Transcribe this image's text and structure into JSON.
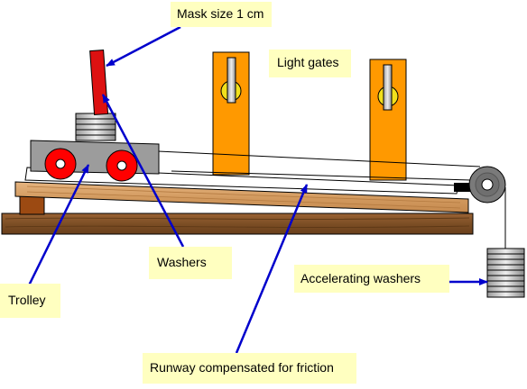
{
  "labels": {
    "mask_size": "Mask size 1 cm",
    "light_gates": "Light gates",
    "washers": "Washers",
    "trolley": "Trolley",
    "accelerating_washers": "Accelerating washers",
    "runway": "Runway compensated for friction"
  },
  "colors": {
    "label_bg": "#ffffc0",
    "arrow": "#0000cc",
    "wood_light": "#d9a36a",
    "wood_dark": "#8b5a2b",
    "light_gate": "#ff9900",
    "trolley_body": "#9c9c9c",
    "wheel": "#ff0000",
    "mask": "#dd1111",
    "washer": "#cfcfcf",
    "pulley": "#7a7a7a",
    "lamp": "#f2e01c"
  },
  "icons": {
    "pulley": "pulley-icon",
    "washer_stack": "washer-stack-icon",
    "light_gate": "light-gate-icon"
  }
}
